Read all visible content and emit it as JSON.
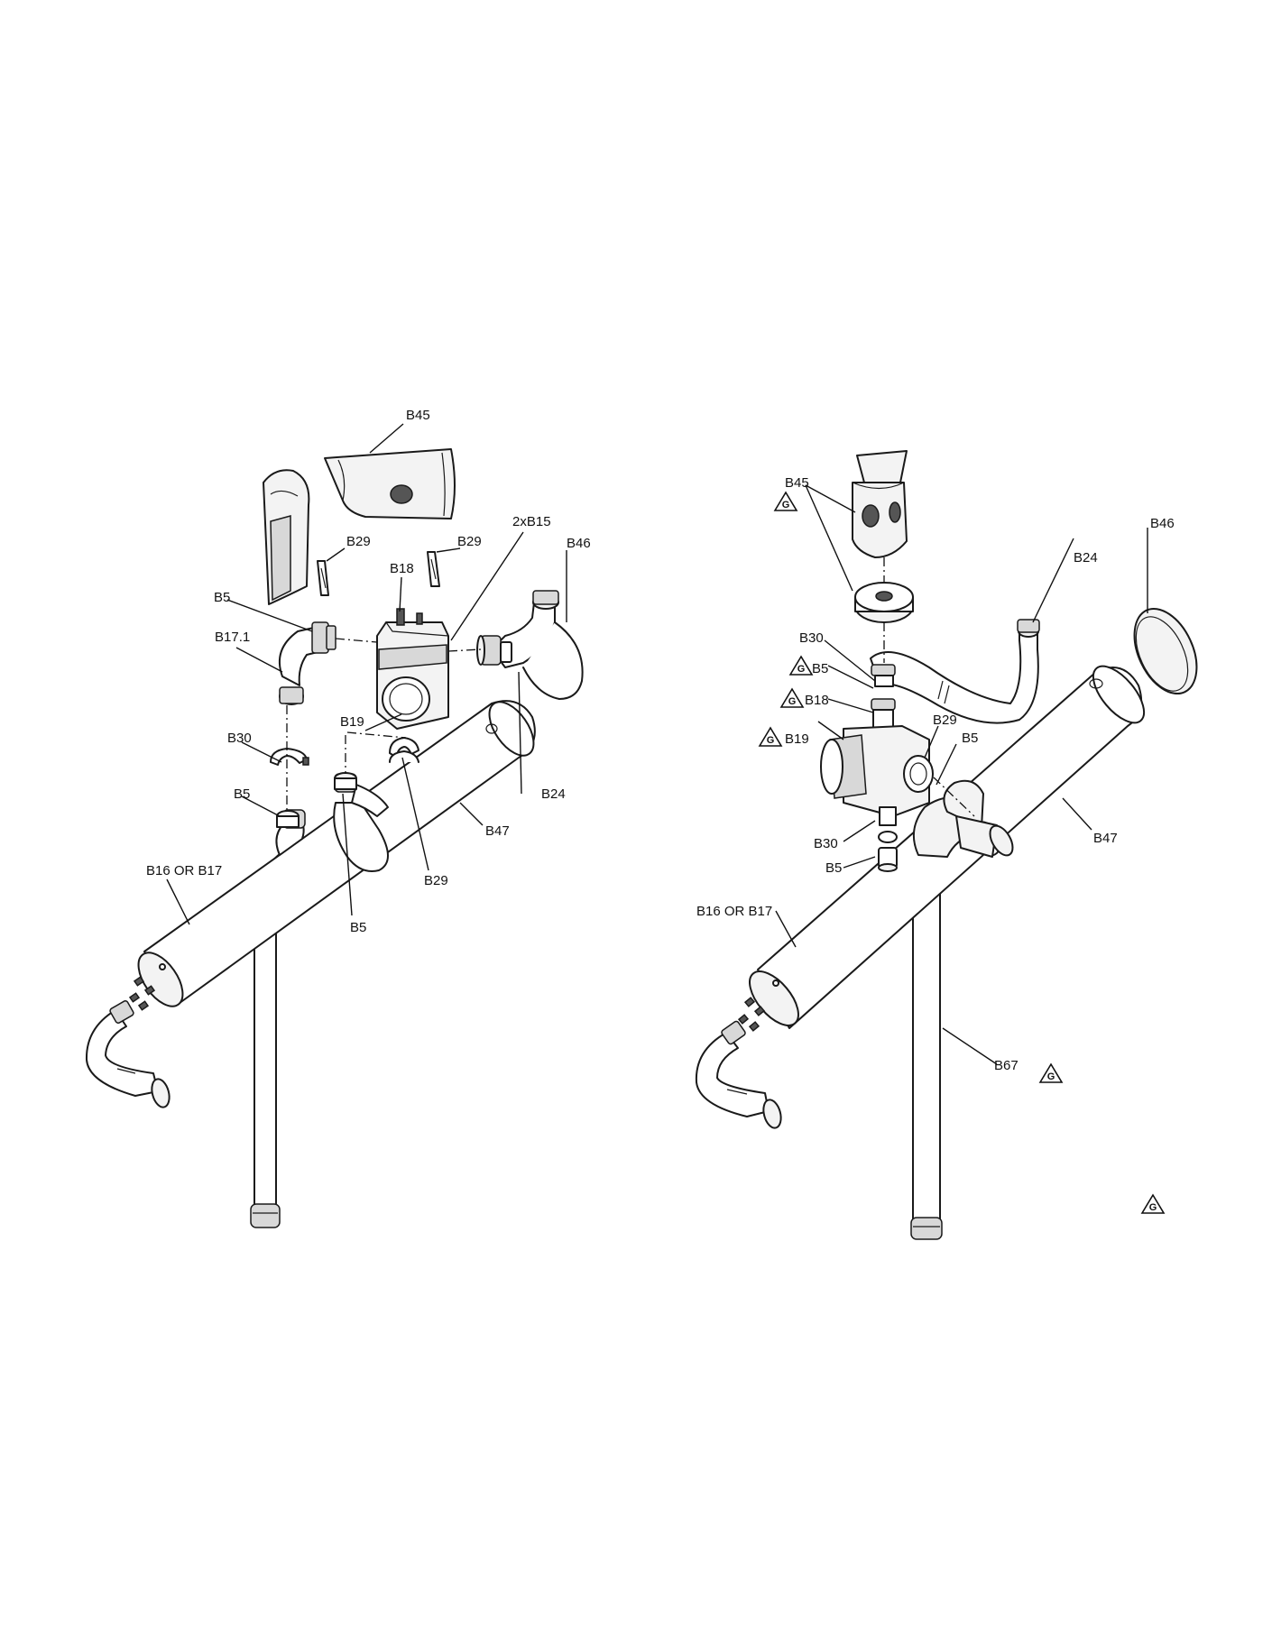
{
  "labels": {
    "left": {
      "b45": "B45",
      "b29_a": "B29",
      "b29_b": "B29",
      "b29_c": "B29",
      "b15": "2xB15",
      "b46": "B46",
      "b18": "B18",
      "b5_a": "B5",
      "b5_b": "B5",
      "b5_c": "B5",
      "b17_1": "B17.1",
      "b19": "B19",
      "b30": "B30",
      "b24": "B24",
      "b47": "B47",
      "b16_or_b17": "B16 OR B17"
    },
    "right": {
      "b45": "B45",
      "b46": "B46",
      "b24": "B24",
      "b30_a": "B30",
      "b5_a": "B5",
      "b18": "B18",
      "b19": "B19",
      "b29": "B29",
      "b5_b": "B5",
      "b30_b": "B30",
      "b5_c": "B5",
      "b47": "B47",
      "b16_or_b17": "B16 OR B17",
      "b67": "B67"
    }
  },
  "warning_symbol": {
    "letter": "G",
    "icon": "triangle-warning-g-icon"
  }
}
